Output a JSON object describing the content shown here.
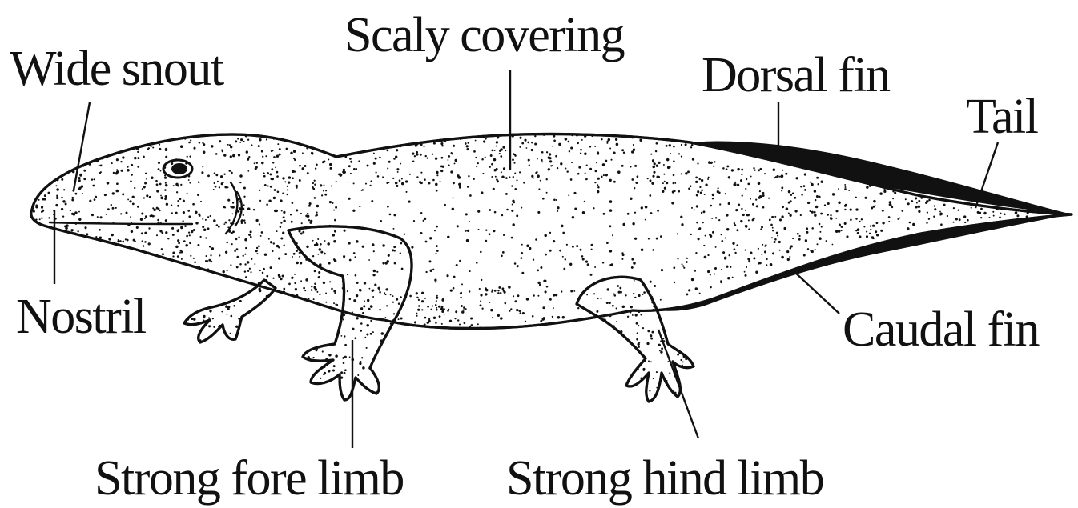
{
  "labels": {
    "wide_snout": "Wide snout",
    "scaly_covering": "Scaly covering",
    "dorsal_fin": "Dorsal fin",
    "tail": "Tail",
    "nostril": "Nostril",
    "caudal_fin": "Caudal fin",
    "strong_fore_limb": "Strong fore limb",
    "strong_hind_limb": "Strong hind limb"
  },
  "colors": {
    "ink": "#111111",
    "paper": "#ffffff"
  }
}
